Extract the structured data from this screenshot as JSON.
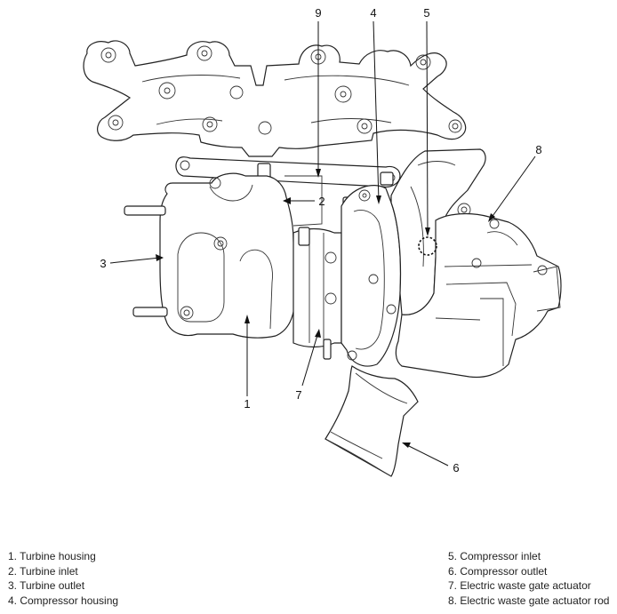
{
  "diagram": {
    "callouts": [
      "1",
      "2",
      "3",
      "4",
      "5",
      "6",
      "7",
      "8",
      "9"
    ]
  },
  "legend": {
    "left": [
      "1. Turbine housing",
      "2. Turbine inlet",
      "3. Turbine outlet",
      "4. Compressor housing"
    ],
    "right": [
      "5. Compressor inlet",
      "6. Compressor outlet",
      "7. Electric waste gate actuator",
      "8. Electric waste gate actuator rod"
    ]
  },
  "colors": {
    "line": "#222222",
    "background": "#ffffff",
    "highlight_circle": "#111111"
  }
}
